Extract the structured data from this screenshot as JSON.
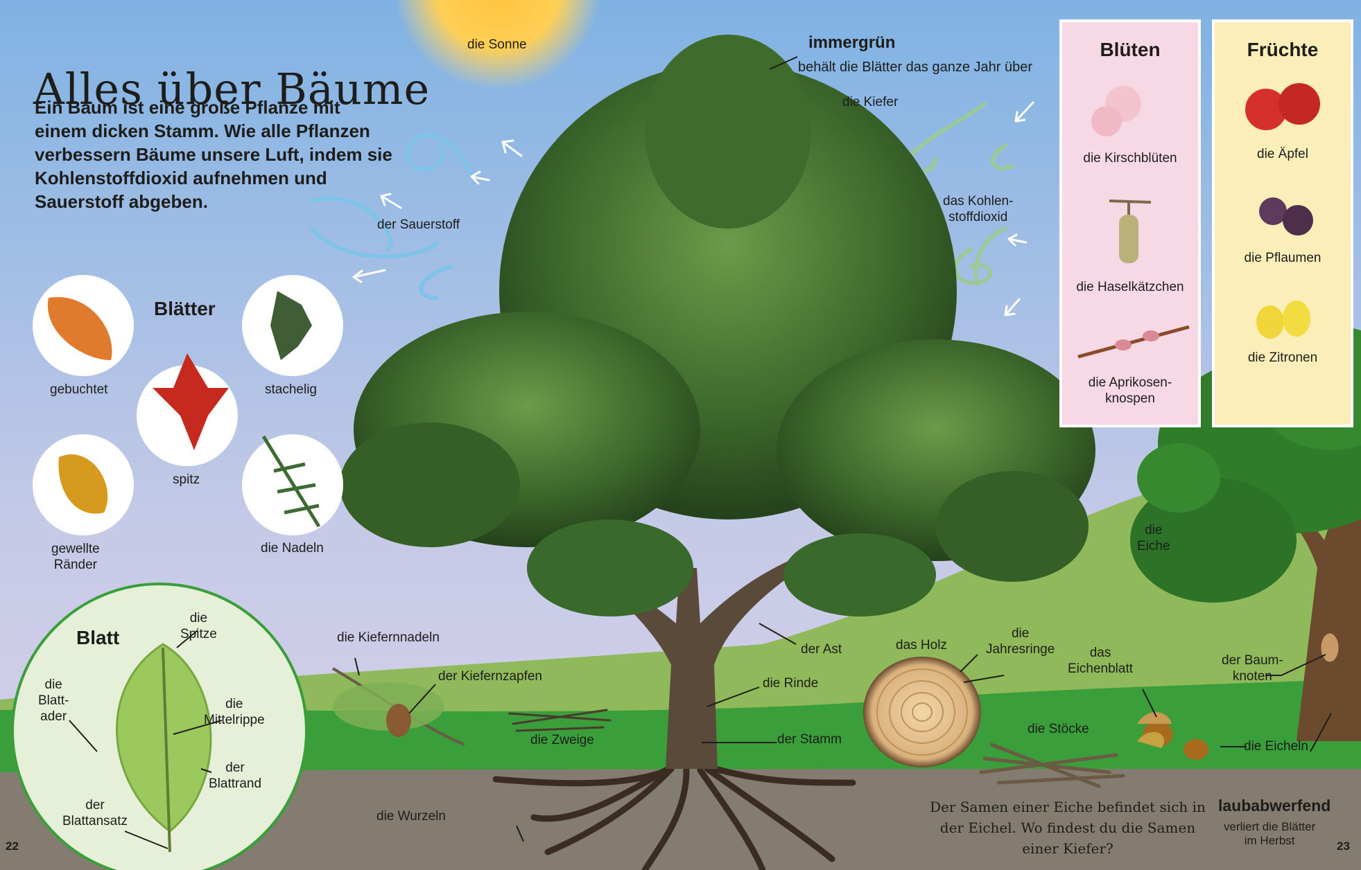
{
  "title": "Alles über Bäume",
  "intro": "Ein Baum ist eine große Pflanze mit einem dicken Stamm. Wie alle Pflanzen verbessern Bäume unsere Luft, indem sie Kohlenstoffdioxid aufnehmen und Sauerstoff abgeben.",
  "sky": {
    "sun": "die Sonne",
    "oxygen": "der Sauerstoff",
    "co2": "das Kohlen-\nstoffdioxid"
  },
  "pine": {
    "evergreen_title": "immergrün",
    "evergreen_desc": "behält die Blätter das ganze Jahr über",
    "name": "die Kiefer",
    "branch": "der Ast",
    "bark": "die Rinde",
    "trunk": "der Stamm",
    "roots": "die Wurzeln",
    "needles": "die Kiefernnadeln",
    "cone": "der Kiefernzapfen",
    "twigs": "die Zweige"
  },
  "wood": {
    "wood": "das Holz",
    "rings": "die\nJahresringe",
    "sticks": "die Stöcke"
  },
  "leaves": {
    "heading": "Blätter",
    "items": [
      {
        "label": "gebuchtet"
      },
      {
        "label": "stachelig"
      },
      {
        "label": "spitz"
      },
      {
        "label": "gewellte\nRänder"
      },
      {
        "label": "die Nadeln"
      }
    ]
  },
  "leaf_diagram": {
    "heading": "Blatt",
    "tip": "die\nSpitze",
    "vein": "die\nBlatt-\nader",
    "midrib": "die\nMittelrippe",
    "margin": "der\nBlattrand",
    "base": "der\nBlattansatz"
  },
  "blossoms": {
    "title": "Blüten",
    "items": [
      "die Kirschblüten",
      "die Haselkätzchen",
      "die Aprikosen-\nknospen"
    ]
  },
  "fruits": {
    "title": "Früchte",
    "items": [
      "die Äpfel",
      "die Pflaumen",
      "die Zitronen"
    ]
  },
  "oak": {
    "name": "die\nEiche",
    "leaf": "das\nEichenblatt",
    "knot": "der Baum-\nknoten",
    "acorns": "die Eicheln",
    "deciduous_title": "laubabwerfend",
    "deciduous_desc": "verliert die Blätter\nim Herbst"
  },
  "quiz": "Der Samen einer Eiche befindet sich in der Eichel. Wo findest du die Samen einer Kiefer?",
  "pages": {
    "left": "22",
    "right": "23"
  },
  "colors": {
    "sky_top": "#7fb2e3",
    "sky_bottom": "#c8cbe6",
    "grass": "#3a9e3a",
    "soil": "#847c70",
    "pine": "#3f6b2d",
    "oak": "#2f7d2a",
    "trunk": "#5a4a3a",
    "blossom_panel": "#f7d9e6",
    "fruit_panel": "#fbeeb8",
    "leaf_circle": "#e6f0d8"
  }
}
